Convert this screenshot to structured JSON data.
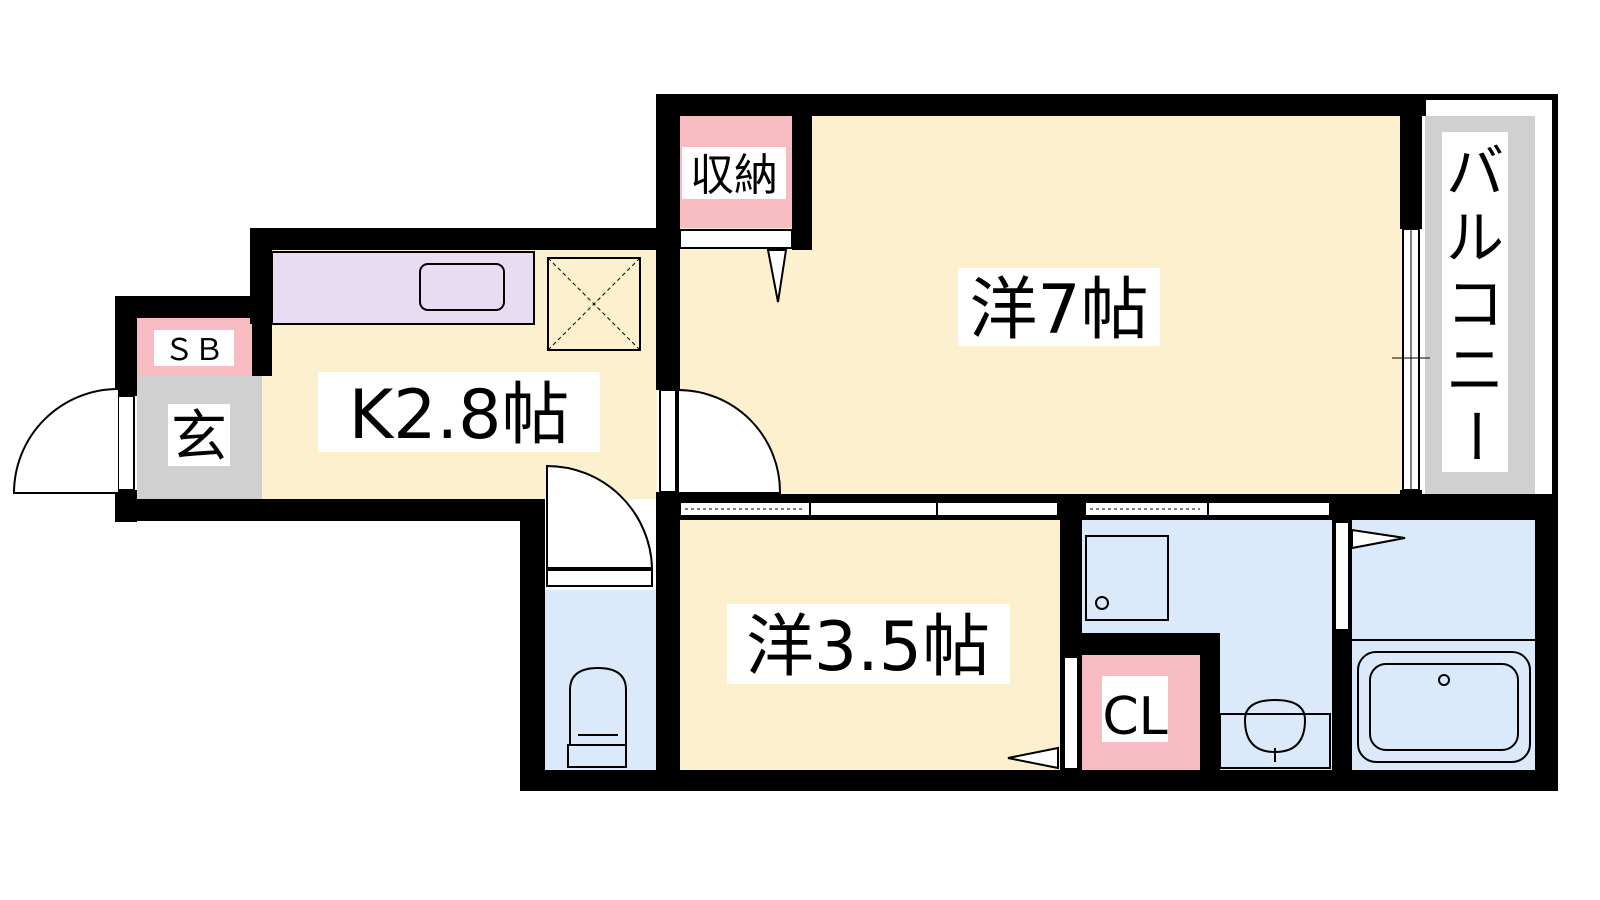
{
  "floor_plan": {
    "rooms": {
      "western_7": "洋7帖",
      "western_3_5": "洋3.5帖",
      "kitchen": "K2.8帖",
      "storage": "収納",
      "closet": "CL",
      "shoe_box": "ＳＢ",
      "entrance": "玄"
    },
    "balcony": [
      "バ",
      "ル",
      "コ",
      "ニ",
      "ー"
    ],
    "colors": {
      "room_floor": "#fdf0cf",
      "storage": "#f7bcc2",
      "entrance": "#d0d0d0",
      "wet_area": "#dbeafb",
      "kitchen_counter": "#e7dcf2",
      "wall": "#000000"
    }
  }
}
